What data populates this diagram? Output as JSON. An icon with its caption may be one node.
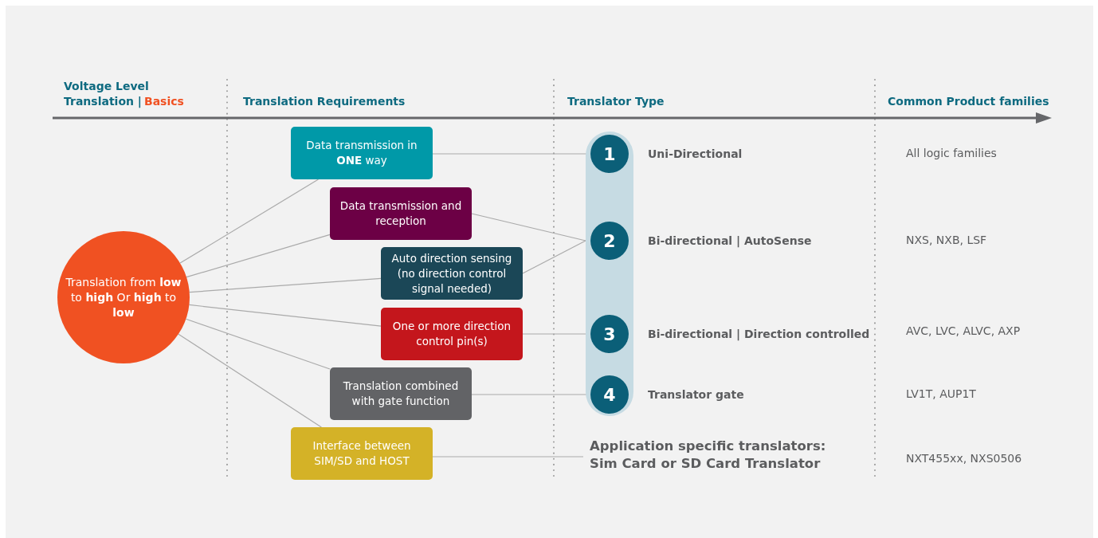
{
  "diagram": {
    "nodes": [
      {
        "text": [
          "Translation from **low** to **high** Or **high** to **low**"
        ]
      },
      {
        "text": [
          "Data transmission in **ONE** way"
        ]
      },
      {
        "text": [
          "Data transmission and reception"
        ]
      },
      {
        "text": [
          "Auto direction sensing (no direction control signal needed)"
        ]
      },
      {
        "text": [
          "One or more direction control pin(s)"
        ]
      },
      {
        "text": [
          "Translation combined with gate function"
        ]
      },
      {
        "text": [
          "Interface between SIM/SD and HOST"
        ]
      },
      {
        "text": [],
        "shape": "bar"
      },
      {
        "text": [
          "1"
        ],
        "in": 7,
        "beside": [
          "Uni-Directional"
        ]
      },
      {
        "text": [
          "2"
        ],
        "in": 7,
        "beside": [
          "Bi-directional | AutoSense"
        ]
      },
      {
        "text": [
          "3"
        ],
        "in": 7,
        "beside": [
          "Bi-directional | Direction controlled"
        ]
      },
      {
        "text": [
          "4"
        ],
        "in": 7,
        "beside": [
          "Translator gate"
        ]
      },
      {
        "text": [
          "Application specific translators: Sim Card or SD Card Translator"
        ]
      }
    ],
    "edges": [
      {
        "from": 0,
        "to": 1,
        "arrow": "none"
      },
      {
        "from": 0,
        "to": 2,
        "arrow": "none"
      },
      {
        "from": 0,
        "to": 3,
        "arrow": "none"
      },
      {
        "from": 0,
        "to": 4,
        "arrow": "none"
      },
      {
        "from": 0,
        "to": 5,
        "arrow": "none"
      },
      {
        "from": 0,
        "to": 6,
        "arrow": "none"
      },
      {
        "from": 1,
        "to": 8,
        "arrow": "none"
      },
      {
        "from": 2,
        "to": 9,
        "arrow": "none"
      },
      {
        "from": 3,
        "to": 9,
        "arrow": "none"
      },
      {
        "from": 4,
        "to": 10,
        "arrow": "none"
      },
      {
        "from": 5,
        "to": 11,
        "arrow": "none"
      },
      {
        "from": 6,
        "to": 12,
        "arrow": "none"
      }
    ],
    "labels": [
      "Voltage Level Translation |",
      "Basics",
      "Translation Requirements",
      "Translator Type",
      "Common Product families",
      "All logic families",
      "NXS, NXB, LSF",
      "AVC, LVC, ALVC, AXP",
      "LV1T, AUP1T",
      "NXT455xx, NXS0506"
    ]
  }
}
